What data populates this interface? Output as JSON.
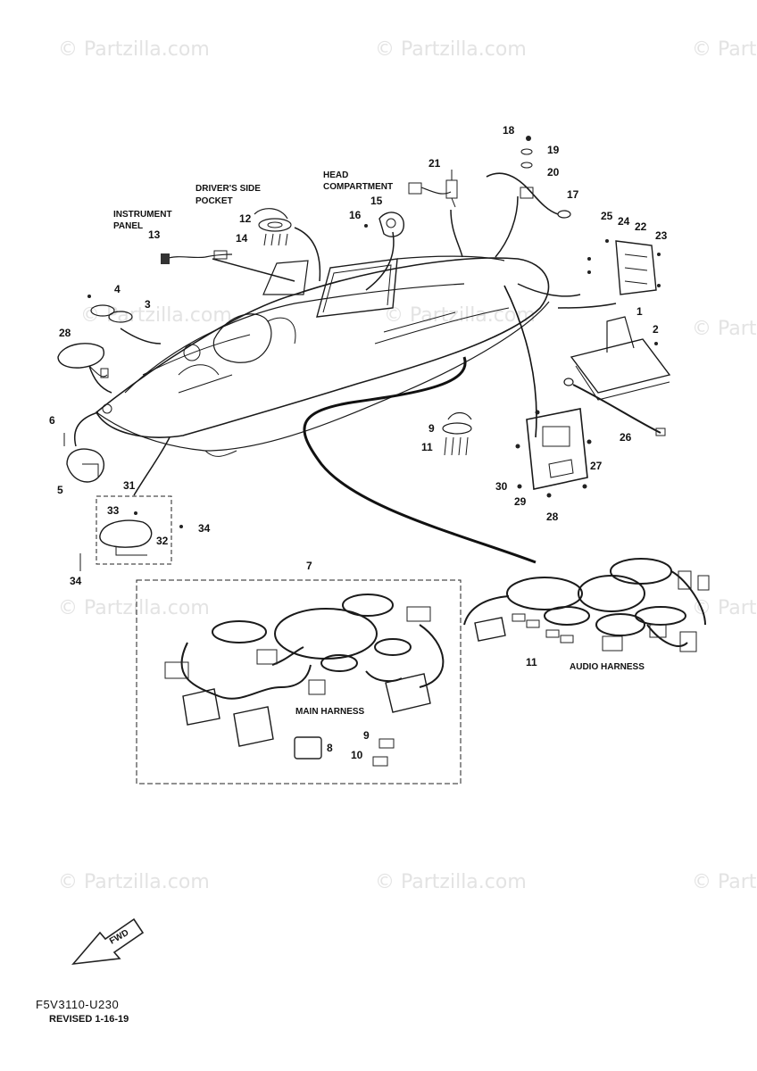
{
  "watermark": "© Partzilla.com",
  "labels": {
    "instrument_panel_1": "INSTRUMENT",
    "instrument_panel_2": "PANEL",
    "drivers_side_1": "DRIVER'S SIDE",
    "drivers_side_2": "POCKET",
    "head_1": "HEAD",
    "head_2": "COMPARTMENT",
    "main_harness": "MAIN HARNESS",
    "audio_harness": "AUDIO HARNESS",
    "fwd": "FWD"
  },
  "callouts": {
    "c1": "1",
    "c2": "2",
    "c3": "3",
    "c4": "4",
    "c5": "5",
    "c6": "6",
    "c7": "7",
    "c8": "8",
    "c9a": "9",
    "c9b": "9",
    "c10": "10",
    "c11a": "11",
    "c11b": "11",
    "c12": "12",
    "c13": "13",
    "c14": "14",
    "c15": "15",
    "c16": "16",
    "c17": "17",
    "c18": "18",
    "c19": "19",
    "c20": "20",
    "c21": "21",
    "c22": "22",
    "c23": "23",
    "c24": "24",
    "c25": "25",
    "c26": "26",
    "c27": "27",
    "c28a": "28",
    "c28b": "28",
    "c29": "29",
    "c30": "30",
    "c31": "31",
    "c32": "32",
    "c33": "33",
    "c34a": "34",
    "c34b": "34"
  },
  "footer": {
    "part_code": "F5V3110-U230",
    "revised": "REVISED 1-16-19"
  }
}
